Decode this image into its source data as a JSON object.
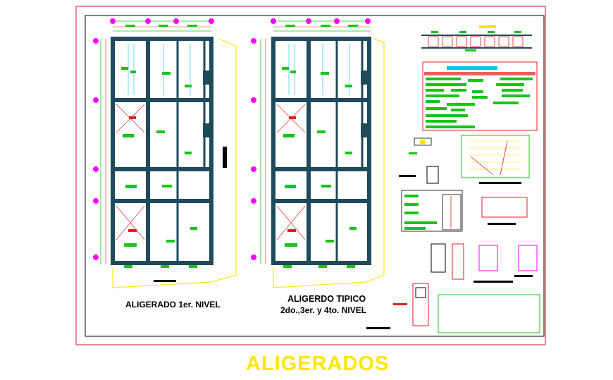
{
  "title": "ALIGERADOS",
  "plans": [
    {
      "label": "ALIGERADO 1er. NIVEL"
    },
    {
      "label_line1": "ALIGERDO TIPICO",
      "label_line2": "2do.,3er. y 4to. NIVEL"
    }
  ],
  "colors": {
    "background": "#ffffff",
    "outer_frame": "#e03a4a",
    "inner_frame": "#000000",
    "walls": "#1f4a5a",
    "dim_green": "#16c516",
    "dim_red": "#e51d1d",
    "yellow": "#ffe600",
    "magenta": "#ff00ff",
    "cyan": "#00c8e6",
    "title": "#ffe600"
  }
}
